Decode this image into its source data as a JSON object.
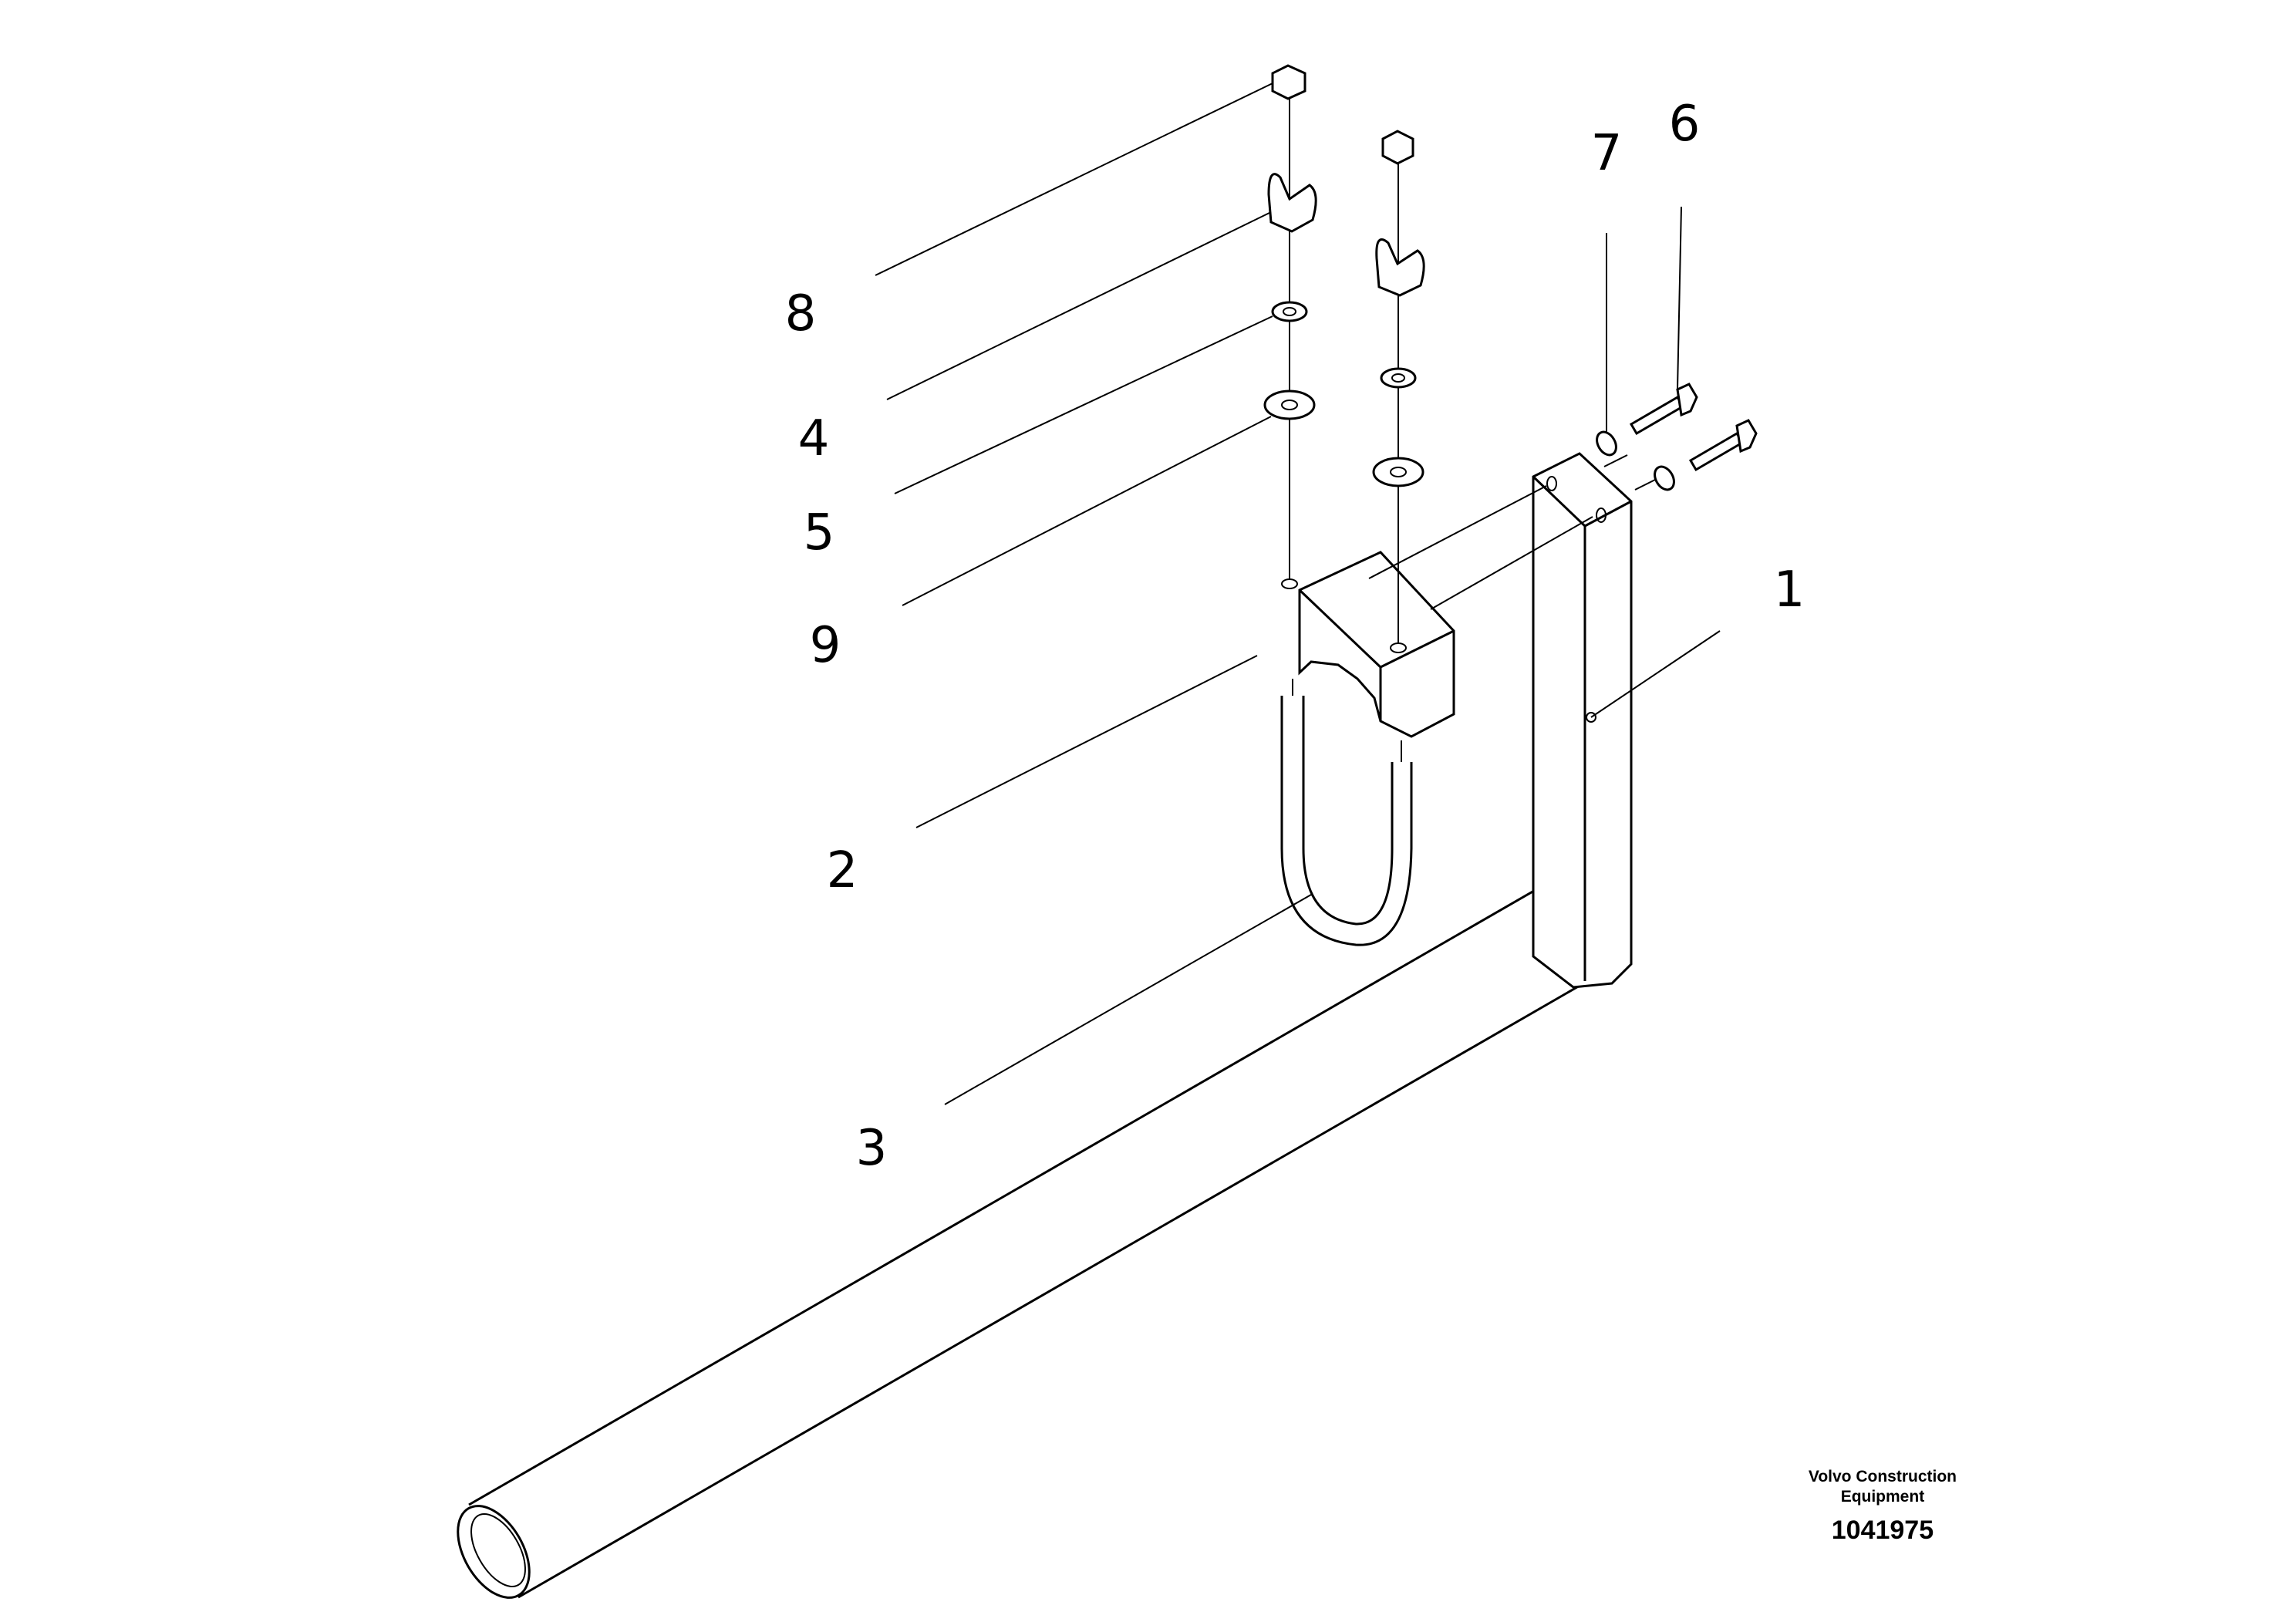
{
  "callouts": [
    {
      "id": "1",
      "label": "1"
    },
    {
      "id": "2",
      "label": "2"
    },
    {
      "id": "3",
      "label": "3"
    },
    {
      "id": "4",
      "label": "4"
    },
    {
      "id": "5",
      "label": "5"
    },
    {
      "id": "6",
      "label": "6"
    },
    {
      "id": "7",
      "label": "7"
    },
    {
      "id": "8",
      "label": "8"
    },
    {
      "id": "9",
      "label": "9"
    }
  ],
  "caption": {
    "maker_line1": "Volvo Construction",
    "maker_line2": "Equipment",
    "drawing_number": "1041975"
  }
}
